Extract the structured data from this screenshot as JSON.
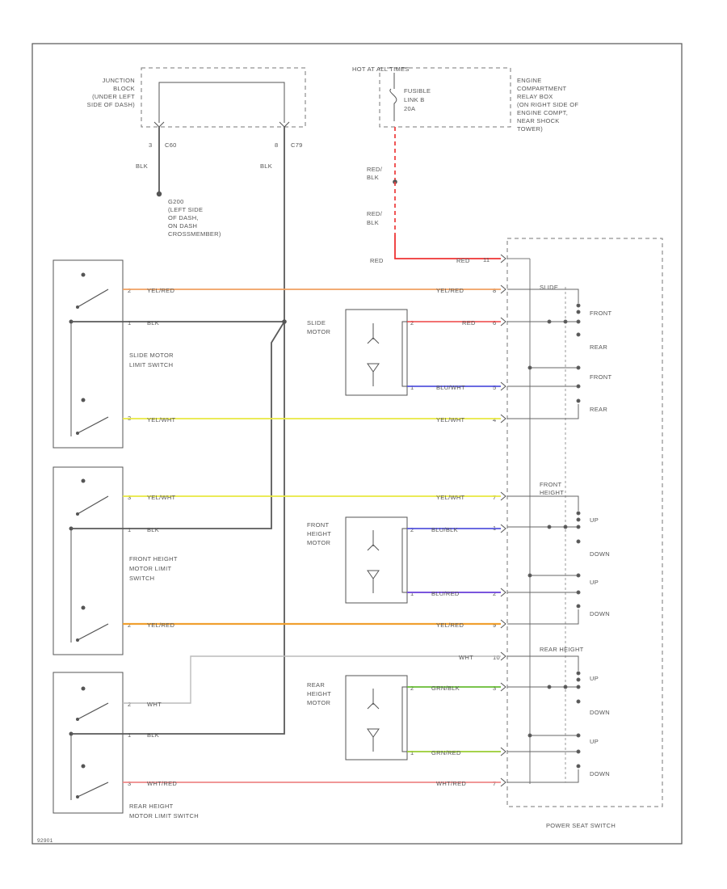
{
  "colors": {
    "black": "#5a5a5a",
    "red": "#ee4444",
    "yel_red": "#f0a030",
    "yel_wht": "#e8e840",
    "blu_wht": "#5555dd",
    "blu_red": "#7a55dd",
    "grn_blk": "#66bb33",
    "grn_red": "#99cc33",
    "wht": "#aaaaaa",
    "wht_red": "#ee8888"
  },
  "labels": {
    "junction_block": [
      "JUNCTION",
      "BLOCK",
      "(UNDER LEFT",
      "SIDE OF DASH)"
    ],
    "c60": "C60",
    "c79": "C79",
    "pin3": "3",
    "pin8": "8",
    "blk_left": "BLK",
    "blk_right": "BLK",
    "ground": [
      "G200",
      "(LEFT SIDE",
      "OF DASH,",
      "ON DASH",
      "CROSSMEMBER)"
    ],
    "hot_times": "HOT AT ALL TIMES",
    "fusible_link": [
      "FUSIBLE",
      "LINK B",
      "20A"
    ],
    "engine_relay_box": [
      "ENGINE",
      "COMPARTMENT",
      "RELAY BOX",
      "(ON RIGHT SIDE OF",
      "ENGINE COMPT,",
      "NEAR SHOCK",
      "TOWER)"
    ],
    "red_blk_1": [
      "RED/",
      "BLK"
    ],
    "red_blk_2": [
      "RED/",
      "BLK"
    ],
    "red_1": "RED",
    "red_2": "RED",
    "slide_switch": [
      "SLIDE MOTOR",
      "LIMIT SWITCH"
    ],
    "front_height_switch": [
      "FRONT HEIGHT",
      "MOTOR LIMIT",
      "SWITCH"
    ],
    "rear_height_switch": [
      "REAR HEIGHT",
      "MOTOR LIMIT SWITCH"
    ],
    "slide_motor": [
      "SLIDE",
      "MOTOR"
    ],
    "front_height_motor": [
      "FRONT",
      "HEIGHT",
      "MOTOR"
    ],
    "rear_height_motor": [
      "REAR",
      "HEIGHT",
      "MOTOR"
    ],
    "power_seat_switch": "POWER SEAT SWITCH",
    "slide": "SLIDE",
    "front_height": [
      "FRONT",
      "HEIGHT"
    ],
    "rear_height": "REAR HEIGHT",
    "front_1": "FRONT",
    "rear_1": "REAR",
    "front_2": "FRONT",
    "rear_2": "REAR",
    "up_1": "UP",
    "down_1": "DOWN",
    "up_2": "UP",
    "down_2": "DOWN",
    "up_3": "UP",
    "down_3": "DOWN",
    "up_4": "UP",
    "down_4": "DOWN",
    "pin_2a": "2",
    "pin_1a": "1",
    "pin_3a": "3",
    "pin_3b": "3",
    "pin_1b": "1",
    "pin_2b": "2",
    "pin_2c": "2",
    "pin_1c": "1",
    "pin_3c": "3",
    "yel_red_l": "YEL/RED",
    "blk_s1": "BLK",
    "yel_wht_l": "YEL/WHT",
    "yel_wht_l2": "YEL/WHT",
    "blk_s2": "BLK",
    "yel_red_l2": "YEL/RED",
    "wht_l": "WHT",
    "blk_s3": "BLK",
    "wht_red_l": "WHT/RED",
    "yel_red_r": "YEL/RED",
    "red_slide": "RED",
    "blu_wht_r1": "BLU/WHT",
    "yel_wht_r": "YEL/WHT",
    "yel_wht_r2": "YEL/WHT",
    "blu_blk_r": "BLU/BLK",
    "blu_red_r": "BLU/RED",
    "yel_red_r2": "YEL/RED",
    "wht_r": "WHT",
    "grn_blk_r": "GRN/BLK",
    "grn_red_r": "GRN/RED",
    "wht_red_r": "WHT/RED",
    "sp_11": "11",
    "sp_8": "8",
    "sp_6": "6",
    "sp_5": "5",
    "sp_4": "4",
    "sp_7a": "7",
    "sp_1": "1",
    "sp_2": "2",
    "sp_9": "9",
    "sp_10": "10",
    "sp_3": "3",
    "sp_7b": "7",
    "sm_2": "2",
    "sm_1": "1",
    "fm_2": "2",
    "fm_1": "1",
    "rm_2": "2",
    "rm_1": "1",
    "code": "92901"
  }
}
